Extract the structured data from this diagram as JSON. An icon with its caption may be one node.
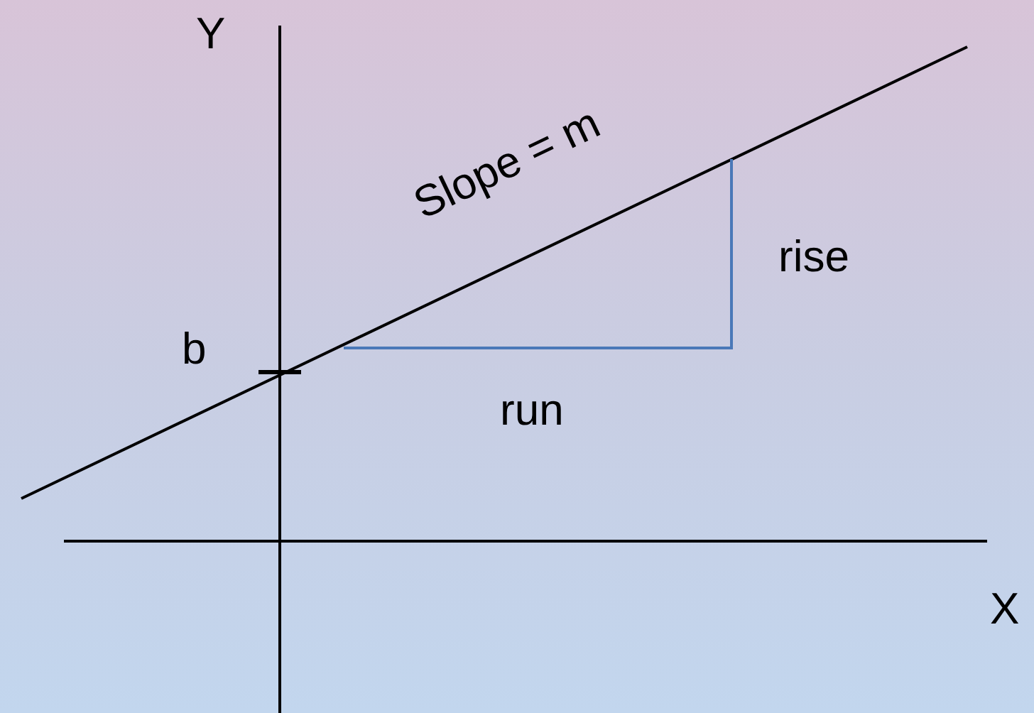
{
  "diagram": {
    "labels": [
      "Y",
      "Slope = m",
      "rise",
      "b",
      "run",
      "X"
    ]
  }
}
